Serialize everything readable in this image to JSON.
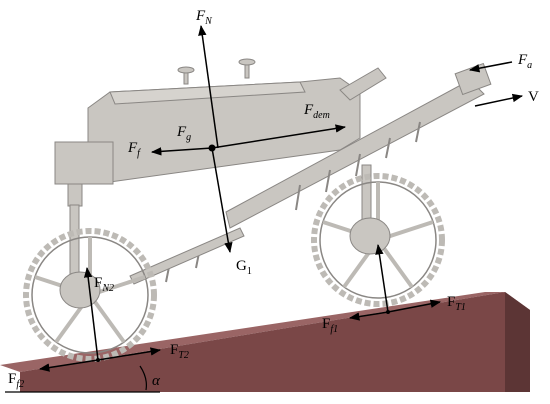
{
  "colors": {
    "machine_body": "#c9c6c1",
    "machine_edge": "#8a8784",
    "wheel": "#bdbab5",
    "slope_top": "#9a6565",
    "slope_side": "#7a4747",
    "slope_dark": "#5c3535",
    "force_arrow": "#000000"
  },
  "labels": {
    "FN": {
      "main": "F",
      "sub": "N"
    },
    "Fa": {
      "main": "F",
      "sub": "a"
    },
    "V": {
      "main": "V",
      "sub": ""
    },
    "Fdem": {
      "main": "F",
      "sub": "dem"
    },
    "Fg": {
      "main": "F",
      "sub": "g"
    },
    "Ff": {
      "main": "F",
      "sub": "f"
    },
    "G1": {
      "main": "G",
      "sub": "1"
    },
    "FN2": {
      "main": "F",
      "sub": "N2"
    },
    "FT2": {
      "main": "F",
      "sub": "T2"
    },
    "Ff2": {
      "main": "F",
      "sub": "f2"
    },
    "Ff1": {
      "main": "F",
      "sub": "f1"
    },
    "FT1": {
      "main": "F",
      "sub": "T1"
    },
    "alpha": {
      "main": "α",
      "sub": ""
    }
  }
}
